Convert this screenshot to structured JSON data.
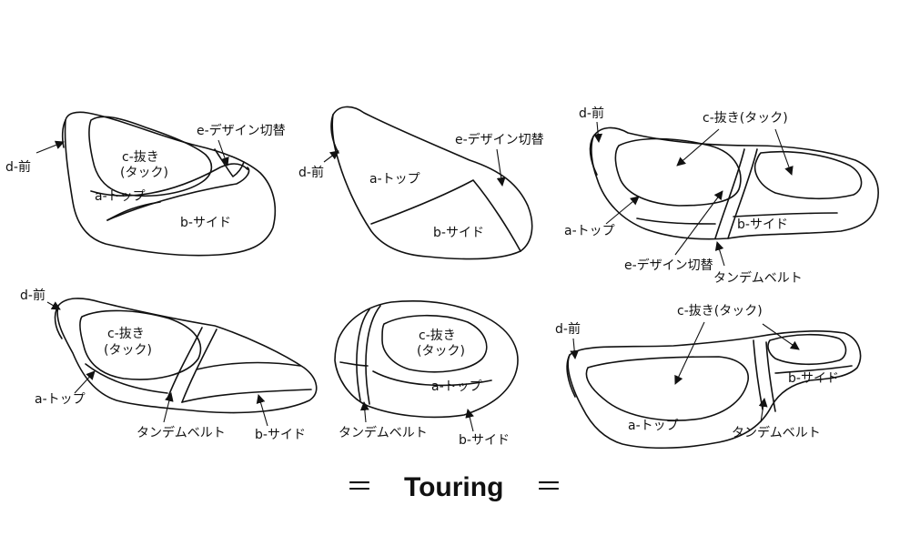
{
  "title": "Touring",
  "title_mark": "＝",
  "labels": {
    "top": "a-トップ",
    "side": "b-サイド",
    "cut": "c-抜き",
    "tuck": "(タック)",
    "cut_tuck": "c-抜き(タック)",
    "front": "d-前",
    "design": "e-デザイン切替",
    "tandem": "タンデムベルト"
  }
}
